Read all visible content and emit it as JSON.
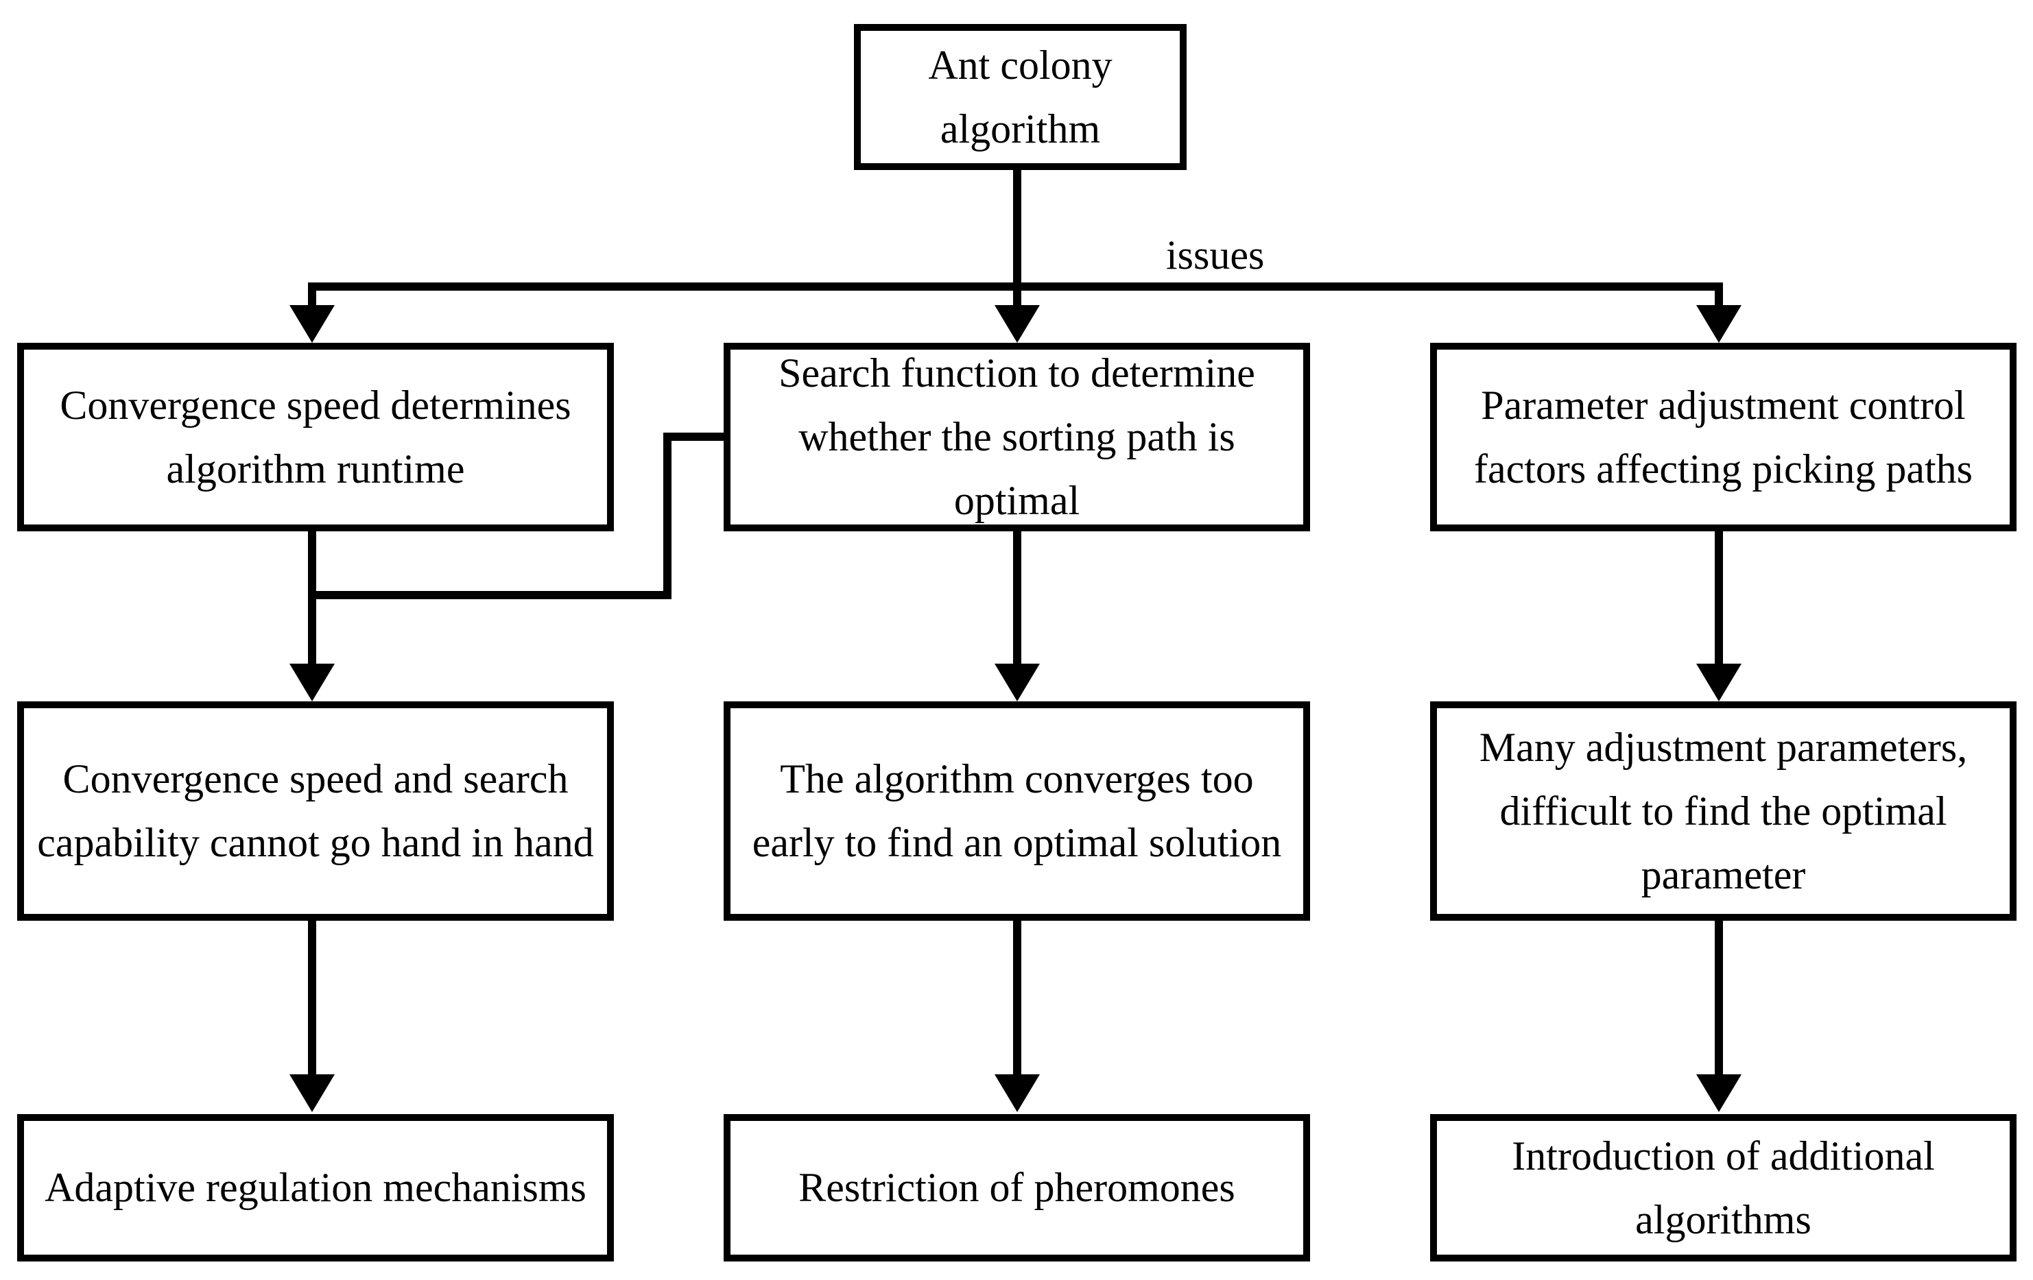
{
  "diagram": {
    "root": {
      "label": "Ant colony algorithm"
    },
    "branch_label": "issues",
    "columns": [
      {
        "issue": "Convergence speed determines algorithm runtime",
        "consequence": "Convergence speed and search capability cannot go hand in hand",
        "solution": "Adaptive regulation mechanisms"
      },
      {
        "issue": "Search function to determine whether the sorting path is optimal",
        "consequence": "The algorithm converges too early to find an optimal solution",
        "solution": "Restriction of pheromones"
      },
      {
        "issue": "Parameter adjustment control factors affecting picking paths",
        "consequence": "Many adjustment parameters, difficult to find the optimal parameter",
        "solution": "Introduction of additional algorithms"
      }
    ],
    "colors": {
      "stroke": "#000000",
      "background": "#ffffff",
      "text": "#000000"
    }
  }
}
